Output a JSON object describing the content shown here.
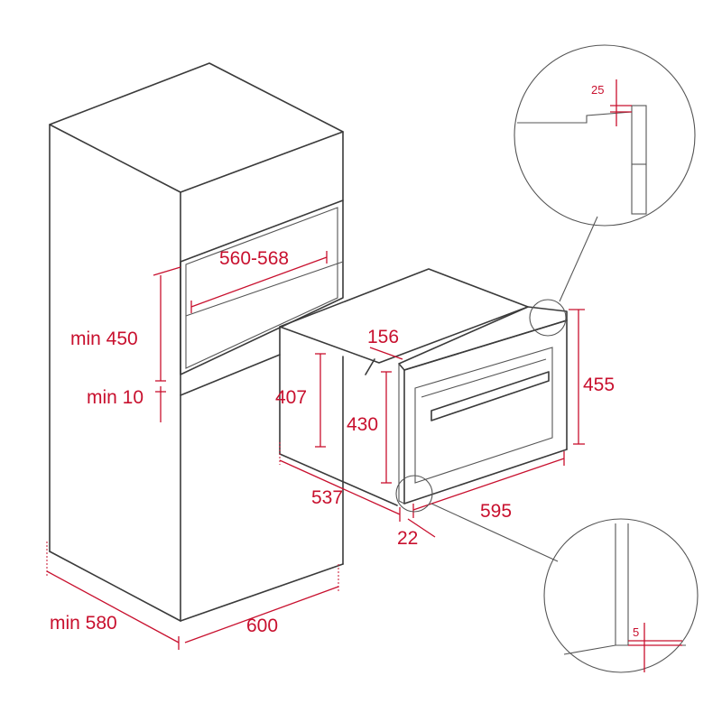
{
  "dimensions": {
    "niche_width": "560-568",
    "niche_height_min": "min 450",
    "gap_min": "min 10",
    "cabinet_depth_min": "min 580",
    "cabinet_width": "600",
    "body_height": "407",
    "cutout_156": "156",
    "front_height_430": "430",
    "front_height_455": "455",
    "body_depth": "537",
    "front_width": "595",
    "front_thickness": "22",
    "detail_top": "25",
    "detail_bottom": "5"
  },
  "colors": {
    "dimension": "#c8102e",
    "outline": "#3a3a3a",
    "background": "#ffffff"
  }
}
